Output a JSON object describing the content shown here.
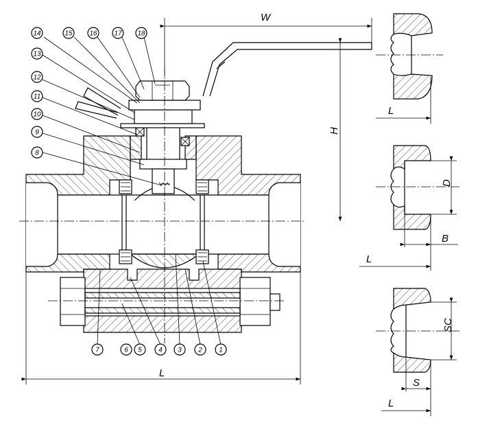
{
  "dimensions": {
    "W": "W",
    "H": "H",
    "L_main": "L",
    "L_right1": "L",
    "L_right2": "L",
    "L_right3": "L",
    "D": "D",
    "B": "B",
    "SC": "SC",
    "S": "S"
  },
  "callouts": [
    "1",
    "2",
    "3",
    "4",
    "5",
    "6",
    "7",
    "8",
    "9",
    "10",
    "11",
    "12",
    "13",
    "14",
    "15",
    "16",
    "17",
    "18"
  ]
}
